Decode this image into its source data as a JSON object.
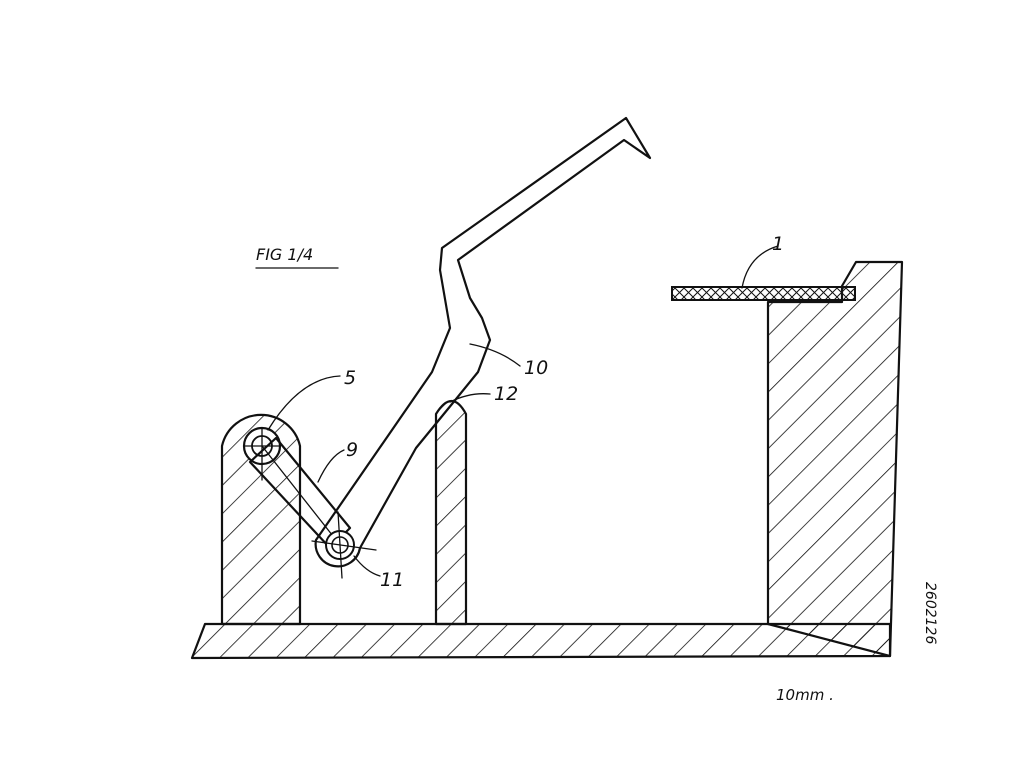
{
  "figure": {
    "caption": "FIG 1/4",
    "scale_note": "10mm .",
    "document_number": "2602126"
  },
  "labels": {
    "plate": "1",
    "pivot_support": "5",
    "link": "9",
    "lever": "10",
    "pivot_pin": "11",
    "stop": "12"
  },
  "colors": {
    "ink": "#111111",
    "paper": "#ffffff"
  }
}
